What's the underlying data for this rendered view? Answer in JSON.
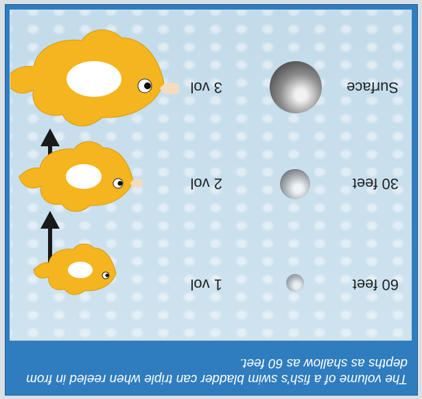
{
  "caption": "The volume of a fish's swim bladder can triple when reeled in from depths as shallow as 60 feet.",
  "rows": [
    {
      "depth": "60 feet",
      "volume": "1 vol"
    },
    {
      "depth": "30 feet",
      "volume": "2 vol"
    },
    {
      "depth": "Surface",
      "volume": "3 vol"
    }
  ],
  "colors": {
    "banner": "#2f7dbf",
    "fish": "#f5b51e",
    "arrow": "#1a1a1a"
  },
  "icons": [
    "fish-icon",
    "swim-bladder-icon",
    "down-arrow-icon"
  ]
}
